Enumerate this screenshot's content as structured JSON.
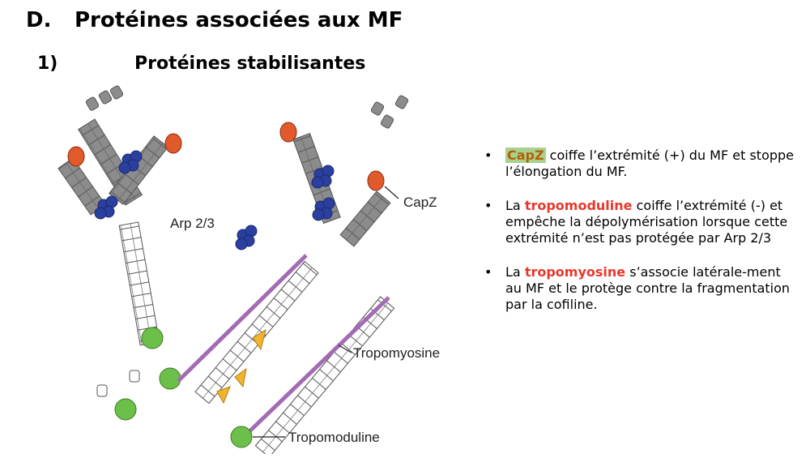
{
  "heading": {
    "letter": "D.",
    "title": "Protéines associées aux MF"
  },
  "subheading": {
    "number": "1)",
    "title": "Protéines stabilisantes"
  },
  "figure_labels": {
    "arp": "Arp 2/3",
    "capz": "CapZ",
    "tropomyosine": "Tropomyosine",
    "tropomoduline": "Tropomoduline"
  },
  "bullets": [
    {
      "marker": "•",
      "term": "CapZ",
      "text": " coiffe l’extrémité (+) du MF et stoppe l’élongation du MF."
    },
    {
      "marker": "•",
      "prefix": "La ",
      "term": "tropomoduline",
      "text": " coiffe l’extrémité (-) et empêche la dépolymérisation lorsque cette extrémité n’est pas protégée par Arp 2/3"
    },
    {
      "marker": "•",
      "prefix": "La ",
      "term": "tropomyosine",
      "text": " s’associe latérale-ment au MF et le protège contre la fragmentation par la cofiline."
    }
  ],
  "colors": {
    "actin_gray": "#8c8c8c",
    "arp_blue": "#2b3f9e",
    "capz_orange": "#e05a2b",
    "tropomodulin_green": "#6cc04a",
    "tropomyosin_purple": "#a36bb4",
    "cofilin_yellow": "#f0b52e"
  }
}
